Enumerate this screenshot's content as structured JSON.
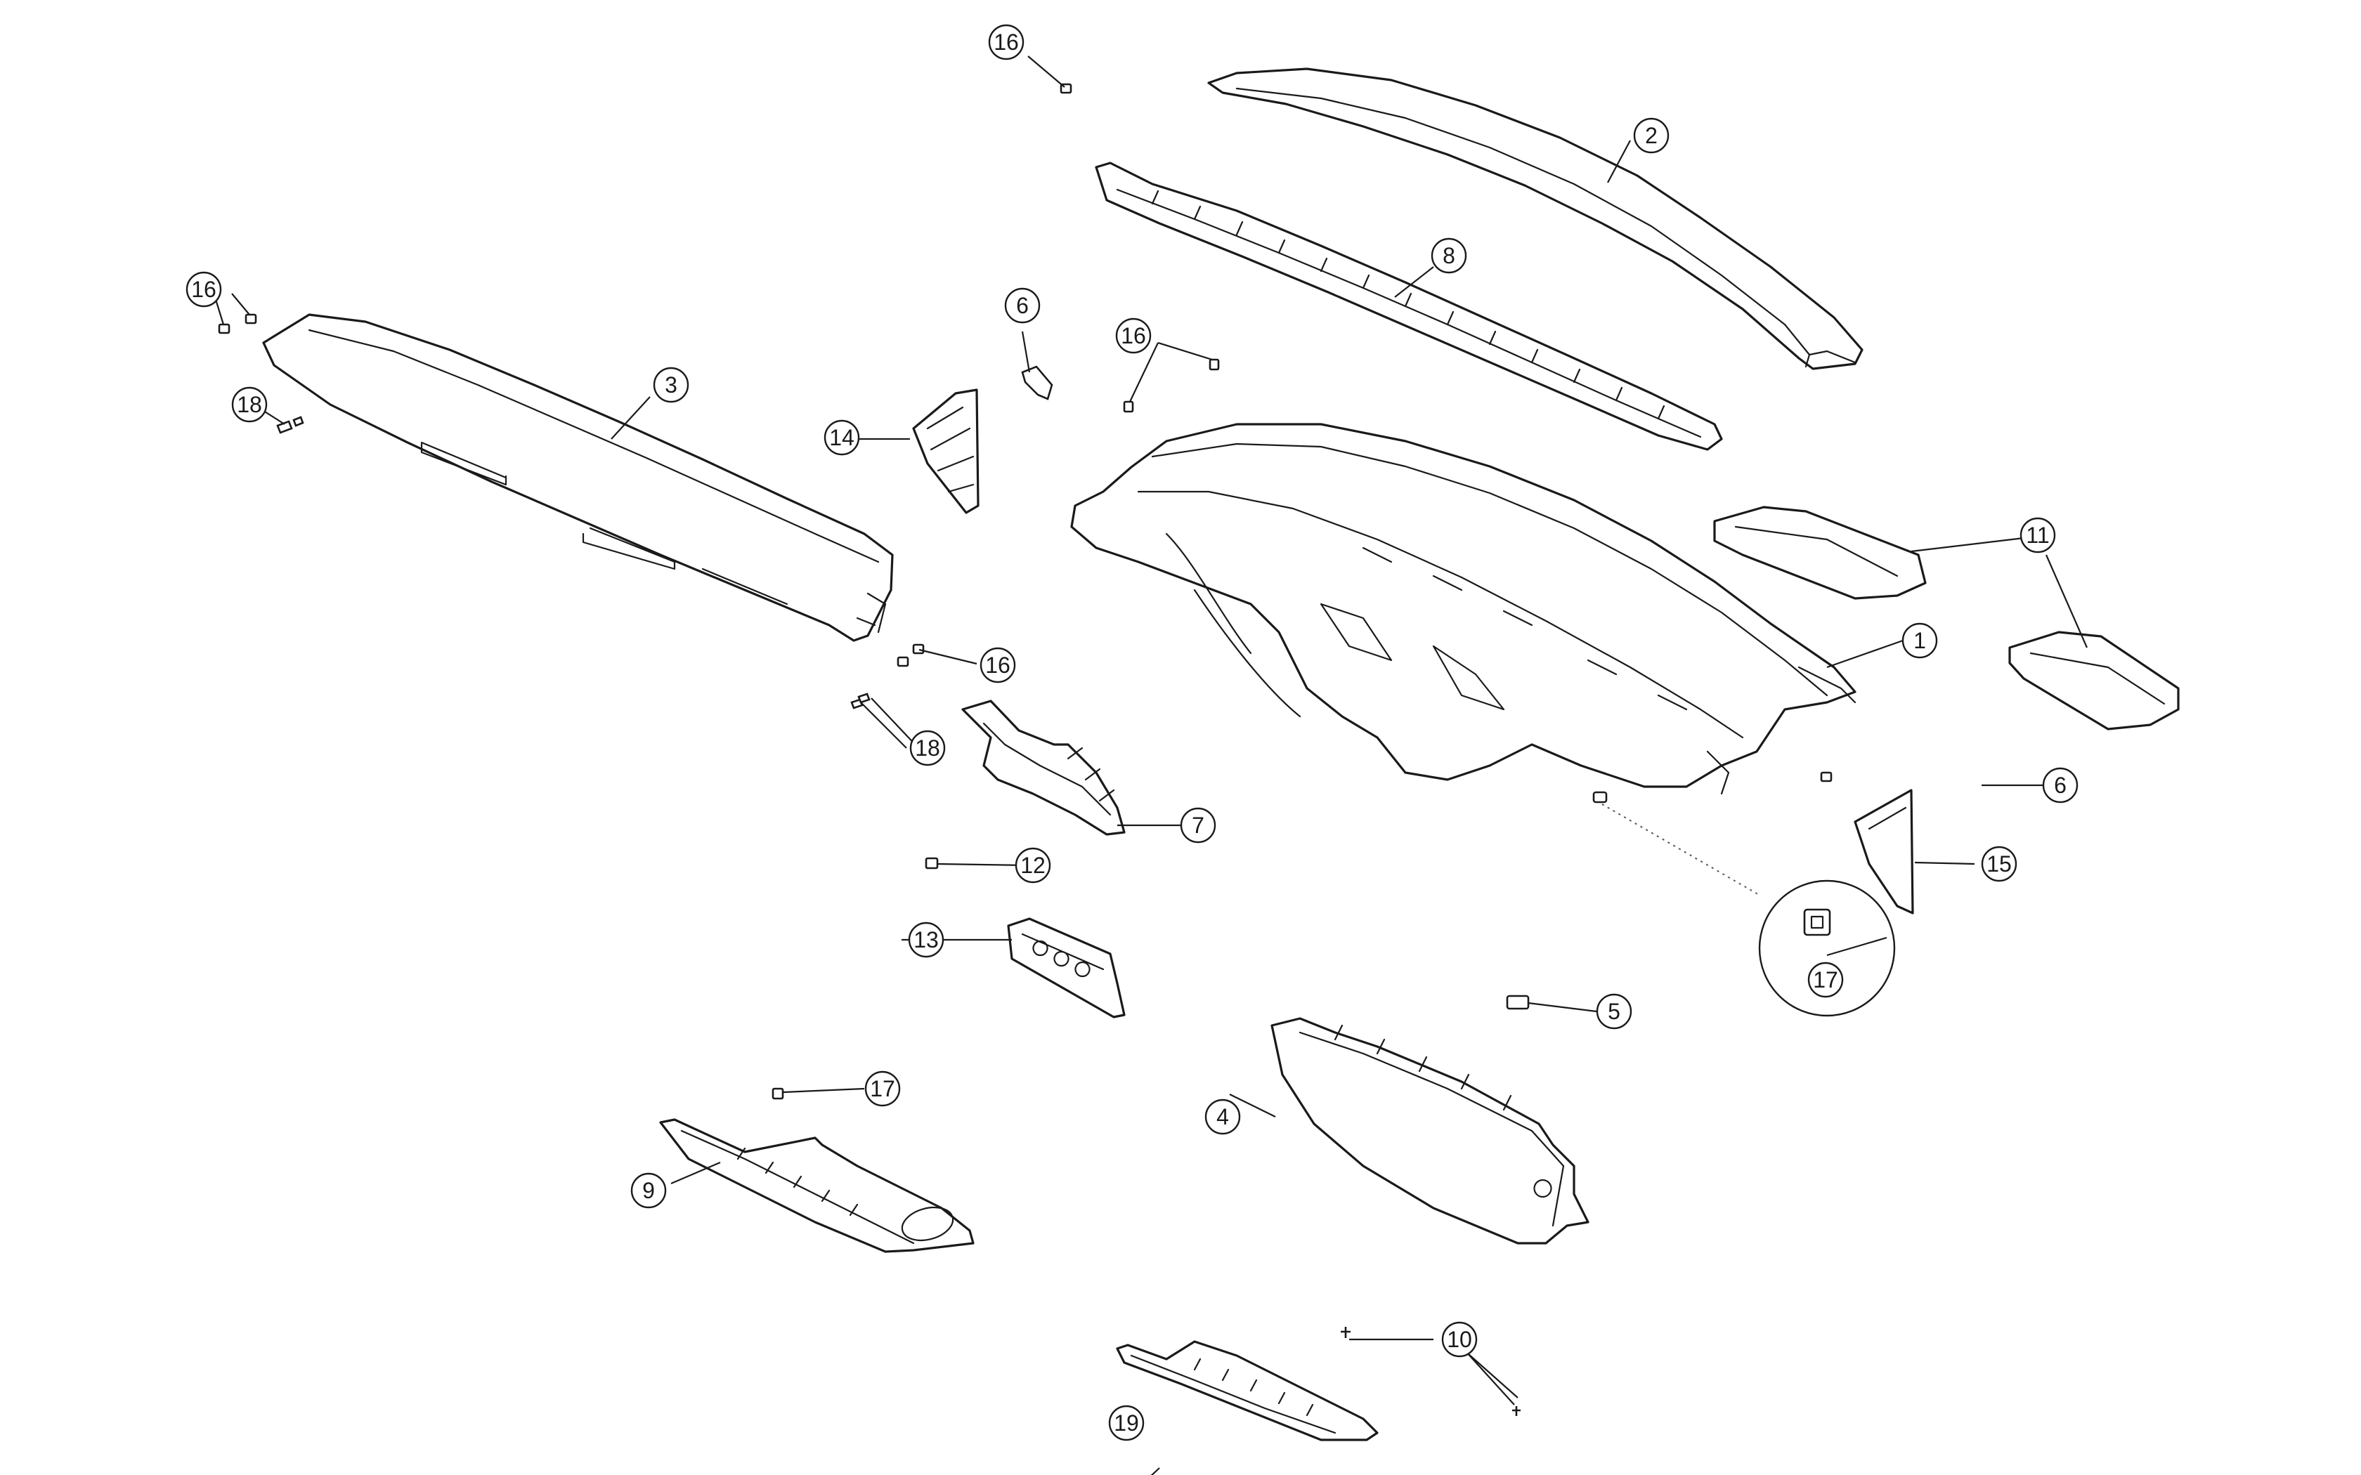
{
  "callouts": [
    {
      "id": "c1",
      "label": "1"
    },
    {
      "id": "c2",
      "label": "2"
    },
    {
      "id": "c3",
      "label": "3"
    },
    {
      "id": "c4",
      "label": "4"
    },
    {
      "id": "c5",
      "label": "5"
    },
    {
      "id": "c6a",
      "label": "6"
    },
    {
      "id": "c6b",
      "label": "6"
    },
    {
      "id": "c7",
      "label": "7"
    },
    {
      "id": "c8",
      "label": "8"
    },
    {
      "id": "c9",
      "label": "9"
    },
    {
      "id": "c10",
      "label": "10"
    },
    {
      "id": "c11",
      "label": "11"
    },
    {
      "id": "c12",
      "label": "12"
    },
    {
      "id": "c13",
      "label": "13"
    },
    {
      "id": "c14",
      "label": "14"
    },
    {
      "id": "c15",
      "label": "15"
    },
    {
      "id": "c16a",
      "label": "16"
    },
    {
      "id": "c16b",
      "label": "16"
    },
    {
      "id": "c16c",
      "label": "16"
    },
    {
      "id": "c16d",
      "label": "16"
    },
    {
      "id": "c17a",
      "label": "17"
    },
    {
      "id": "c17b",
      "label": "17"
    },
    {
      "id": "c18a",
      "label": "18"
    },
    {
      "id": "c18b",
      "label": "18"
    },
    {
      "id": "c19",
      "label": "19"
    }
  ]
}
